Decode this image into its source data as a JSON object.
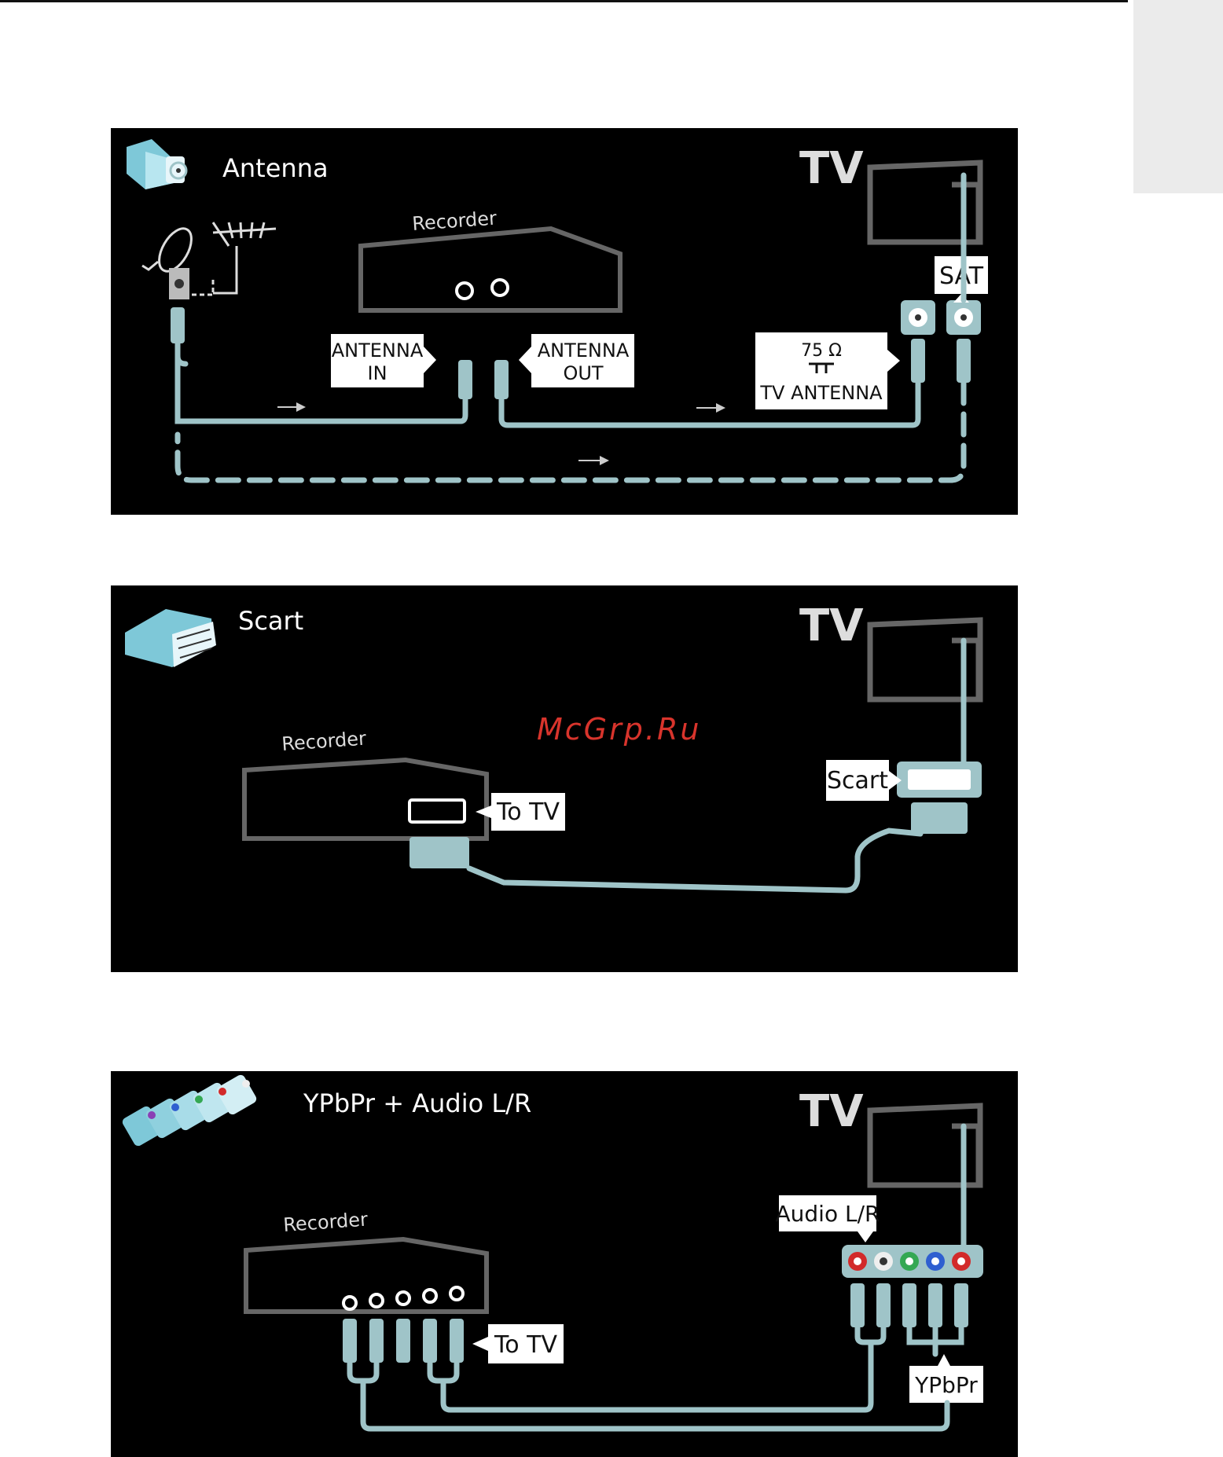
{
  "watermark": "McGrp.Ru",
  "panels": {
    "antenna": {
      "title": "Antenna",
      "tv": "TV",
      "recorder": "Recorder",
      "antenna_in_1": "ANTENNA",
      "antenna_in_2": "IN",
      "antenna_out_1": "ANTENNA",
      "antenna_out_2": "OUT",
      "ohm": "75 Ω",
      "tv_antenna": "TV ANTENNA",
      "sat": "SAT"
    },
    "scart": {
      "title": "Scart",
      "tv": "TV",
      "recorder": "Recorder",
      "to_tv": "To TV",
      "scart_label": "Scart"
    },
    "ypbpr": {
      "title": "YPbPr + Audio L/R",
      "tv": "TV",
      "recorder": "Recorder",
      "to_tv": "To TV",
      "audio": "Audio L/R",
      "ypbpr_label": "YPbPr"
    }
  },
  "colors": {
    "panel_bg": "#000000",
    "device_gray": "#6b6b6b",
    "cable": "#9fc4c8",
    "port_red": "#d22a2a",
    "port_green": "#34a853",
    "port_blue": "#2f5fd0",
    "watermark": "#d8342c"
  }
}
